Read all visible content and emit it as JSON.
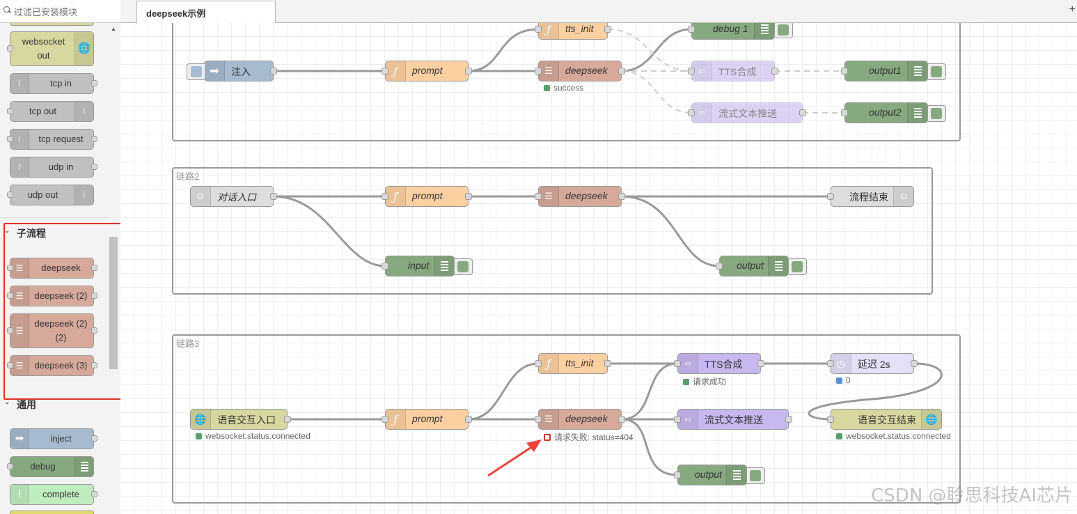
{
  "palette": {
    "filter_placeholder": "过滤已安装模块",
    "network_nodes": [
      "websocket\nout",
      "tcp in",
      "tcp out",
      "tcp request",
      "udp in",
      "udp out"
    ],
    "subflow_category": "子流程",
    "subflow_nodes": [
      "deepseek",
      "deepseek (2)",
      "deepseek (2)\n(2)",
      "deepseek (3)"
    ],
    "common_category": "通用",
    "common_nodes": [
      "inject",
      "debug",
      "complete"
    ]
  },
  "tabs": {
    "active": "deepseek示例",
    "add": "+"
  },
  "groups": {
    "g2": "链路2",
    "g3": "链路3"
  },
  "flow1": {
    "inject": "注入",
    "prompt": "prompt",
    "tts_init": "tts_init",
    "deepseek": "deepseek",
    "deepseek_status": "success",
    "debug": "debug 1",
    "tts": "TTS合成",
    "stream": "流式文本推送",
    "output1": "output1",
    "output2": "output2"
  },
  "flow2": {
    "entry": "对话入口",
    "prompt": "prompt",
    "deepseek": "deepseek",
    "end": "流程结束",
    "input": "input",
    "output": "output"
  },
  "flow3": {
    "entry": "语音交互入口",
    "entry_status": "websocket.status.connected",
    "tts_init": "tts_init",
    "prompt": "prompt",
    "deepseek": "deepseek",
    "deepseek_status": "请求失败: status=404",
    "tts": "TTS合成",
    "tts_status": "请求成功",
    "delay": "延迟 2s",
    "delay_status": "0",
    "stream": "流式文本推送",
    "end": "语音交互结束",
    "end_status": "websocket.status.connected",
    "output": "output"
  },
  "watermark": "CSDN @聆思科技AI芯片",
  "colors": {
    "function": "#fdd0a2",
    "subflow": "#d7a99a",
    "debug": "#87a980",
    "inject": "#a6bbcf",
    "tts": "#c7b8f0",
    "websocket": "#d7d7a0",
    "link": "#dddddd",
    "annotation_arrow": "#e8443a",
    "highlight_box": "#e0302a"
  }
}
